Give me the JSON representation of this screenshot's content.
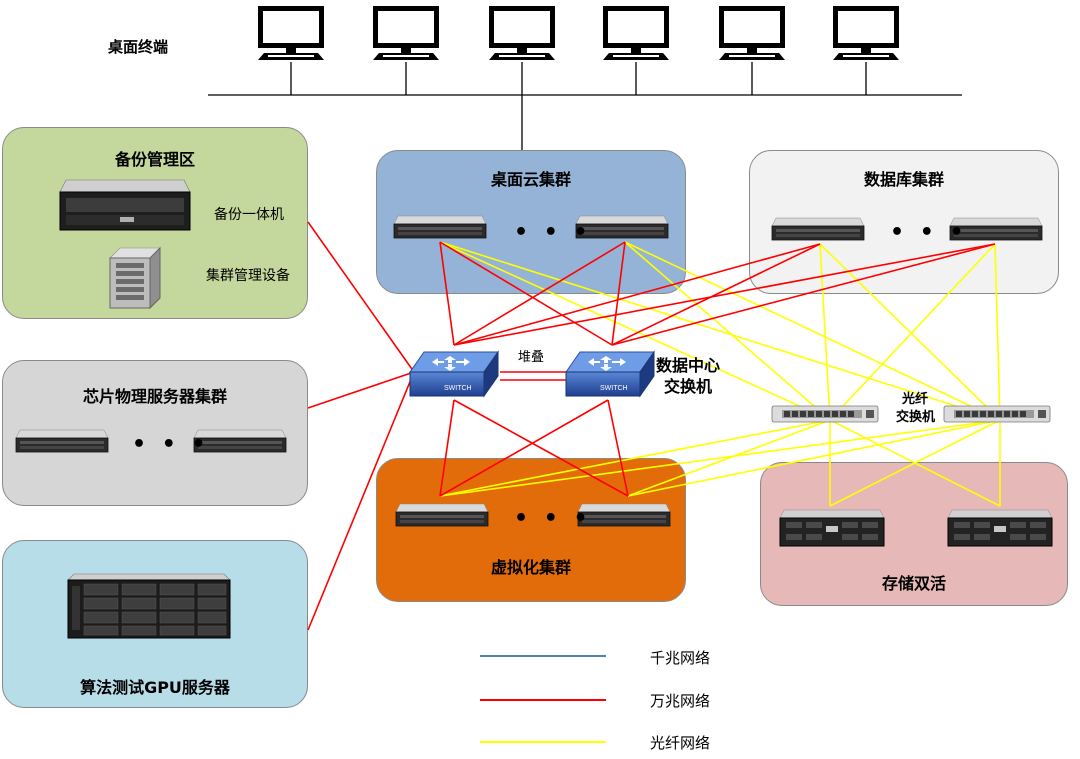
{
  "terminals": {
    "label": "桌面终端",
    "count": 6
  },
  "backup_zone": {
    "title": "备份管理区",
    "appliance_label": "备份一体机",
    "mgmt_label": "集群管理设备"
  },
  "chip_zone": {
    "title": "芯片物理服务器集群",
    "ellipsis": "• • •"
  },
  "gpu_zone": {
    "title": "算法测试GPU服务器"
  },
  "cloud_zone": {
    "title": "桌面云集群",
    "ellipsis": "• • •"
  },
  "db_zone": {
    "title": "数据库集群",
    "ellipsis": "• • •"
  },
  "virt_zone": {
    "title": "虚拟化集群",
    "ellipsis": "• • •"
  },
  "storage_zone": {
    "title": "存储双活"
  },
  "dc_switch": {
    "stack_label": "堆叠",
    "label_line1": "数据中心",
    "label_line2": "交换机",
    "device_text": "SWITCH"
  },
  "fc_switch": {
    "label_line1": "光纤",
    "label_line2": "交换机"
  },
  "legend": [
    {
      "label": "千兆网络",
      "color": "#4f81bd"
    },
    {
      "label": "万兆网络",
      "color": "#ff0000"
    },
    {
      "label": "光纤网络",
      "color": "#ffff00"
    }
  ],
  "colors": {
    "ten_gigabit": "#ff0000",
    "fiber": "#ffff00",
    "gigabit": "#4f81bd"
  }
}
